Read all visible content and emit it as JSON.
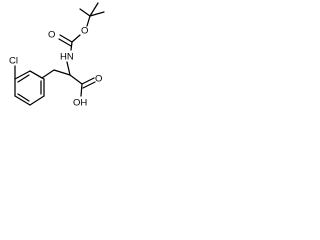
{
  "molecule": {
    "labels": {
      "chlorine": "Cl",
      "amine": "HN",
      "ester_oxygen": "O",
      "carbonyl_oxygen_boc": "O",
      "carbonyl_oxygen_acid": "O",
      "hydroxyl": "OH"
    }
  }
}
